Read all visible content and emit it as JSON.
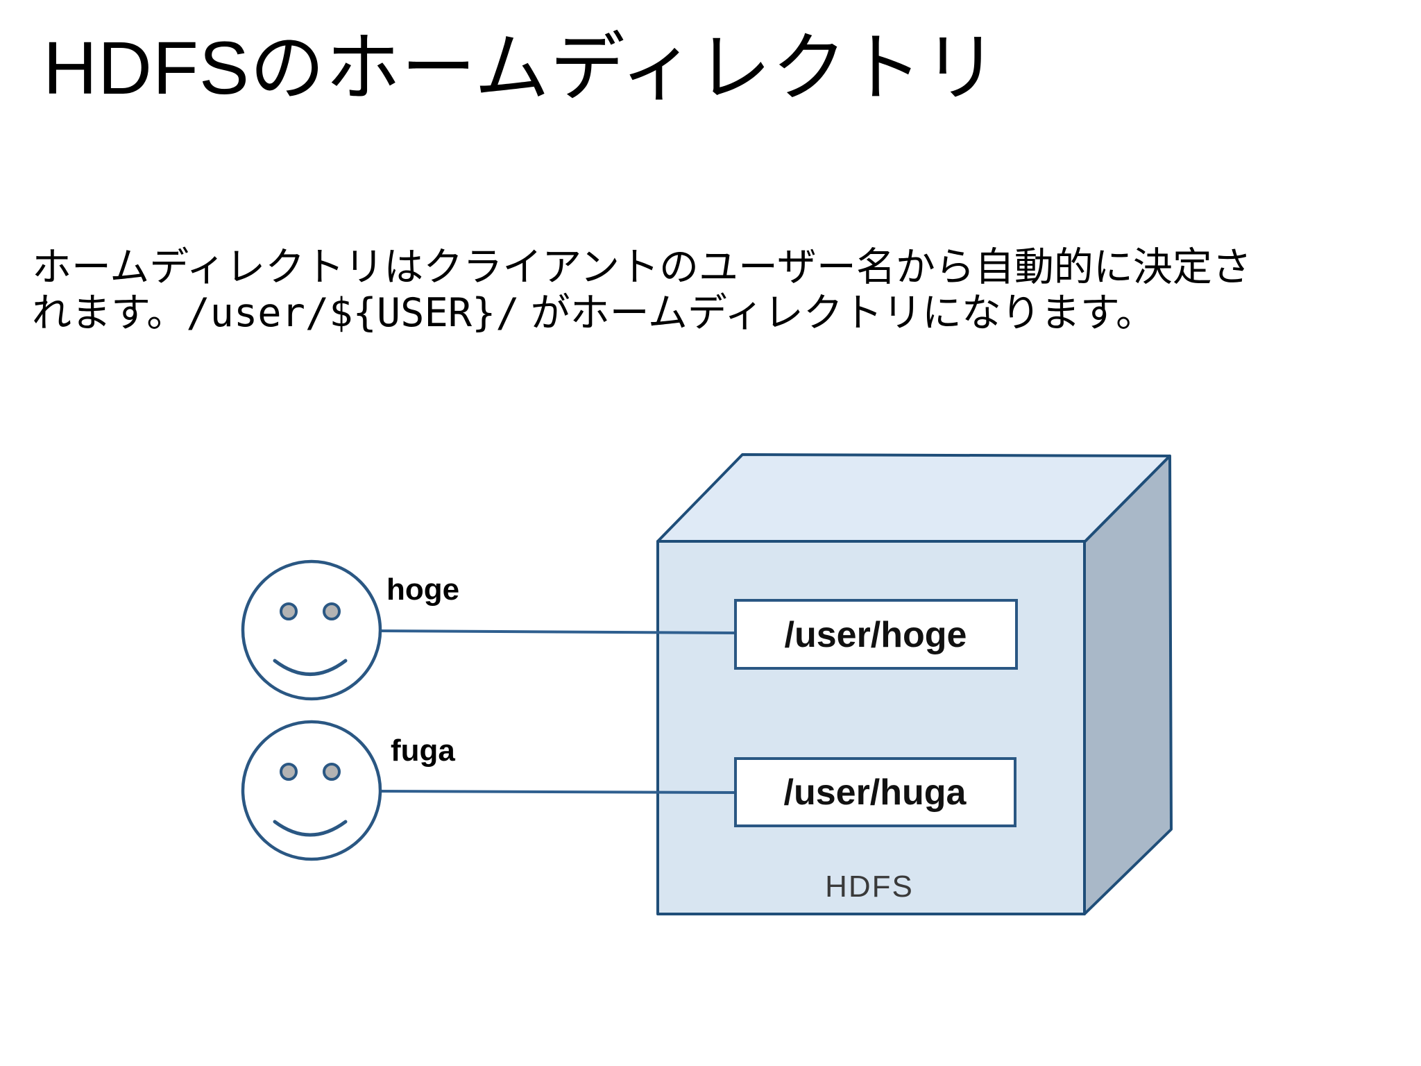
{
  "slide": {
    "title": "HDFSのホームディレクトリ",
    "body": {
      "line1": "ホームディレクトリはクライアントのユーザー名から自動的に決定さ",
      "line2_pre": "れます。",
      "path": "/user/${USER}/",
      "line2_post": " がホームディレクトリになります。"
    }
  },
  "diagram": {
    "users": [
      {
        "label": "hoge",
        "directory": "/user/hoge"
      },
      {
        "label": "fuga",
        "directory": "/user/huga"
      }
    ],
    "container_label": "HDFS",
    "colors": {
      "cube_outline": "#1f4e79",
      "cube_front_face": "#d8e5f1",
      "cube_top_face": "#dfeaf6",
      "cube_right_face": "#a9b8c8",
      "directory_box_fill": "#ffffff",
      "directory_box_border": "#2a5783",
      "connector_line": "#2f5f8f",
      "face_outline": "#2a5783",
      "eye_fill": "#b3b3b3",
      "hdfs_text": "#3a3a3a",
      "label_text": "#000000"
    }
  }
}
